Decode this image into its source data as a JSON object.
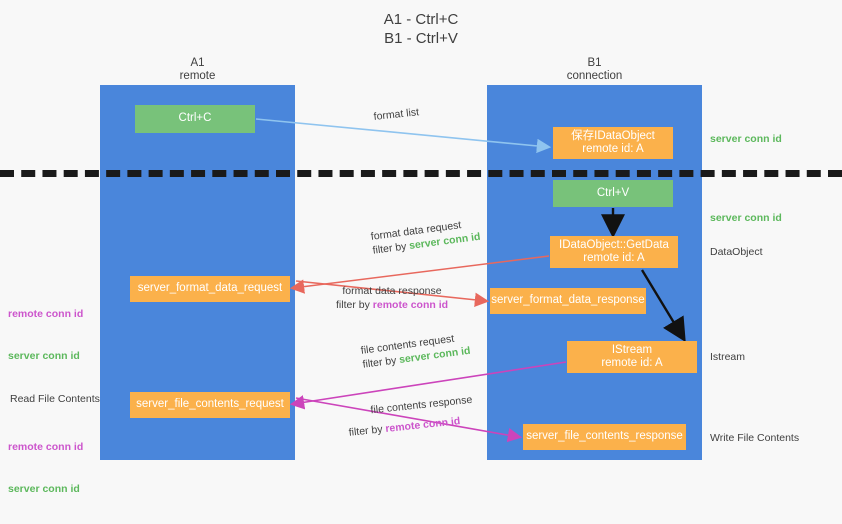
{
  "title": "A1 - Ctrl+C\nB1 - Ctrl+V",
  "lanes": {
    "left": {
      "name": "A1",
      "sub": "remote",
      "label": "A1\nremote"
    },
    "right": {
      "name": "B1",
      "sub": "connection",
      "label": "B1\nconnection"
    }
  },
  "nodes": {
    "ctrl_c": {
      "label": "Ctrl+C",
      "kind": "green"
    },
    "save_idataobject": {
      "label": "保存IDataObject\nremote id: A",
      "kind": "orange"
    },
    "ctrl_v": {
      "label": "Ctrl+V",
      "kind": "green"
    },
    "idataobject_getdata": {
      "label": "IDataObject::GetData\nremote id: A",
      "kind": "orange"
    },
    "server_format_data_request": {
      "label": "server_format_data_request",
      "kind": "orange"
    },
    "server_format_data_response": {
      "label": "server_format_data_response",
      "kind": "orange"
    },
    "istream": {
      "label": "IStream\nremote id: A",
      "kind": "orange"
    },
    "server_file_contents_request": {
      "label": "server_file_contents_request",
      "kind": "orange"
    },
    "server_file_contents_response": {
      "label": "server_file_contents_response",
      "kind": "orange"
    }
  },
  "edges": {
    "format_list": {
      "line1": "format list",
      "line2": "",
      "filter_by": "",
      "filter_target": ""
    },
    "format_data_request": {
      "line1": "format data request",
      "filter_prefix": "filter by ",
      "filter_target": "server conn id"
    },
    "format_data_response": {
      "line1": "format data response",
      "filter_prefix": "filter by ",
      "filter_target": "remote conn id"
    },
    "file_contents_request": {
      "line1": "file contents request",
      "filter_prefix": "filter by ",
      "filter_target": "server conn id"
    },
    "file_contents_response": {
      "line1": "file contents response",
      "filter_prefix": "filter by ",
      "filter_target": "remote conn id"
    }
  },
  "annotations": {
    "right": [
      {
        "text": "server conn id",
        "color": "green"
      },
      {
        "text": "server conn id",
        "color": "green"
      },
      {
        "text": "DataObject",
        "color": "dark"
      },
      {
        "text": "Istream",
        "color": "dark"
      },
      {
        "text": "Write File Contents",
        "color": "dark"
      }
    ],
    "left": {
      "remote_conn_id": "remote conn id",
      "server_conn_id": "server conn id",
      "read_file_contents": "Read File Contents"
    }
  },
  "colors": {
    "lane": "#4a86db",
    "orange": "#fbb14b",
    "green_box": "#78c27a",
    "green_text": "#5cb85c",
    "magenta_text": "#cc55cc",
    "red_arrow": "#e8685d",
    "magenta_arrow": "#cc44bb",
    "blue_arrow": "#8fc4ef",
    "black_arrow": "#111111",
    "background": "#f8f8f8"
  }
}
